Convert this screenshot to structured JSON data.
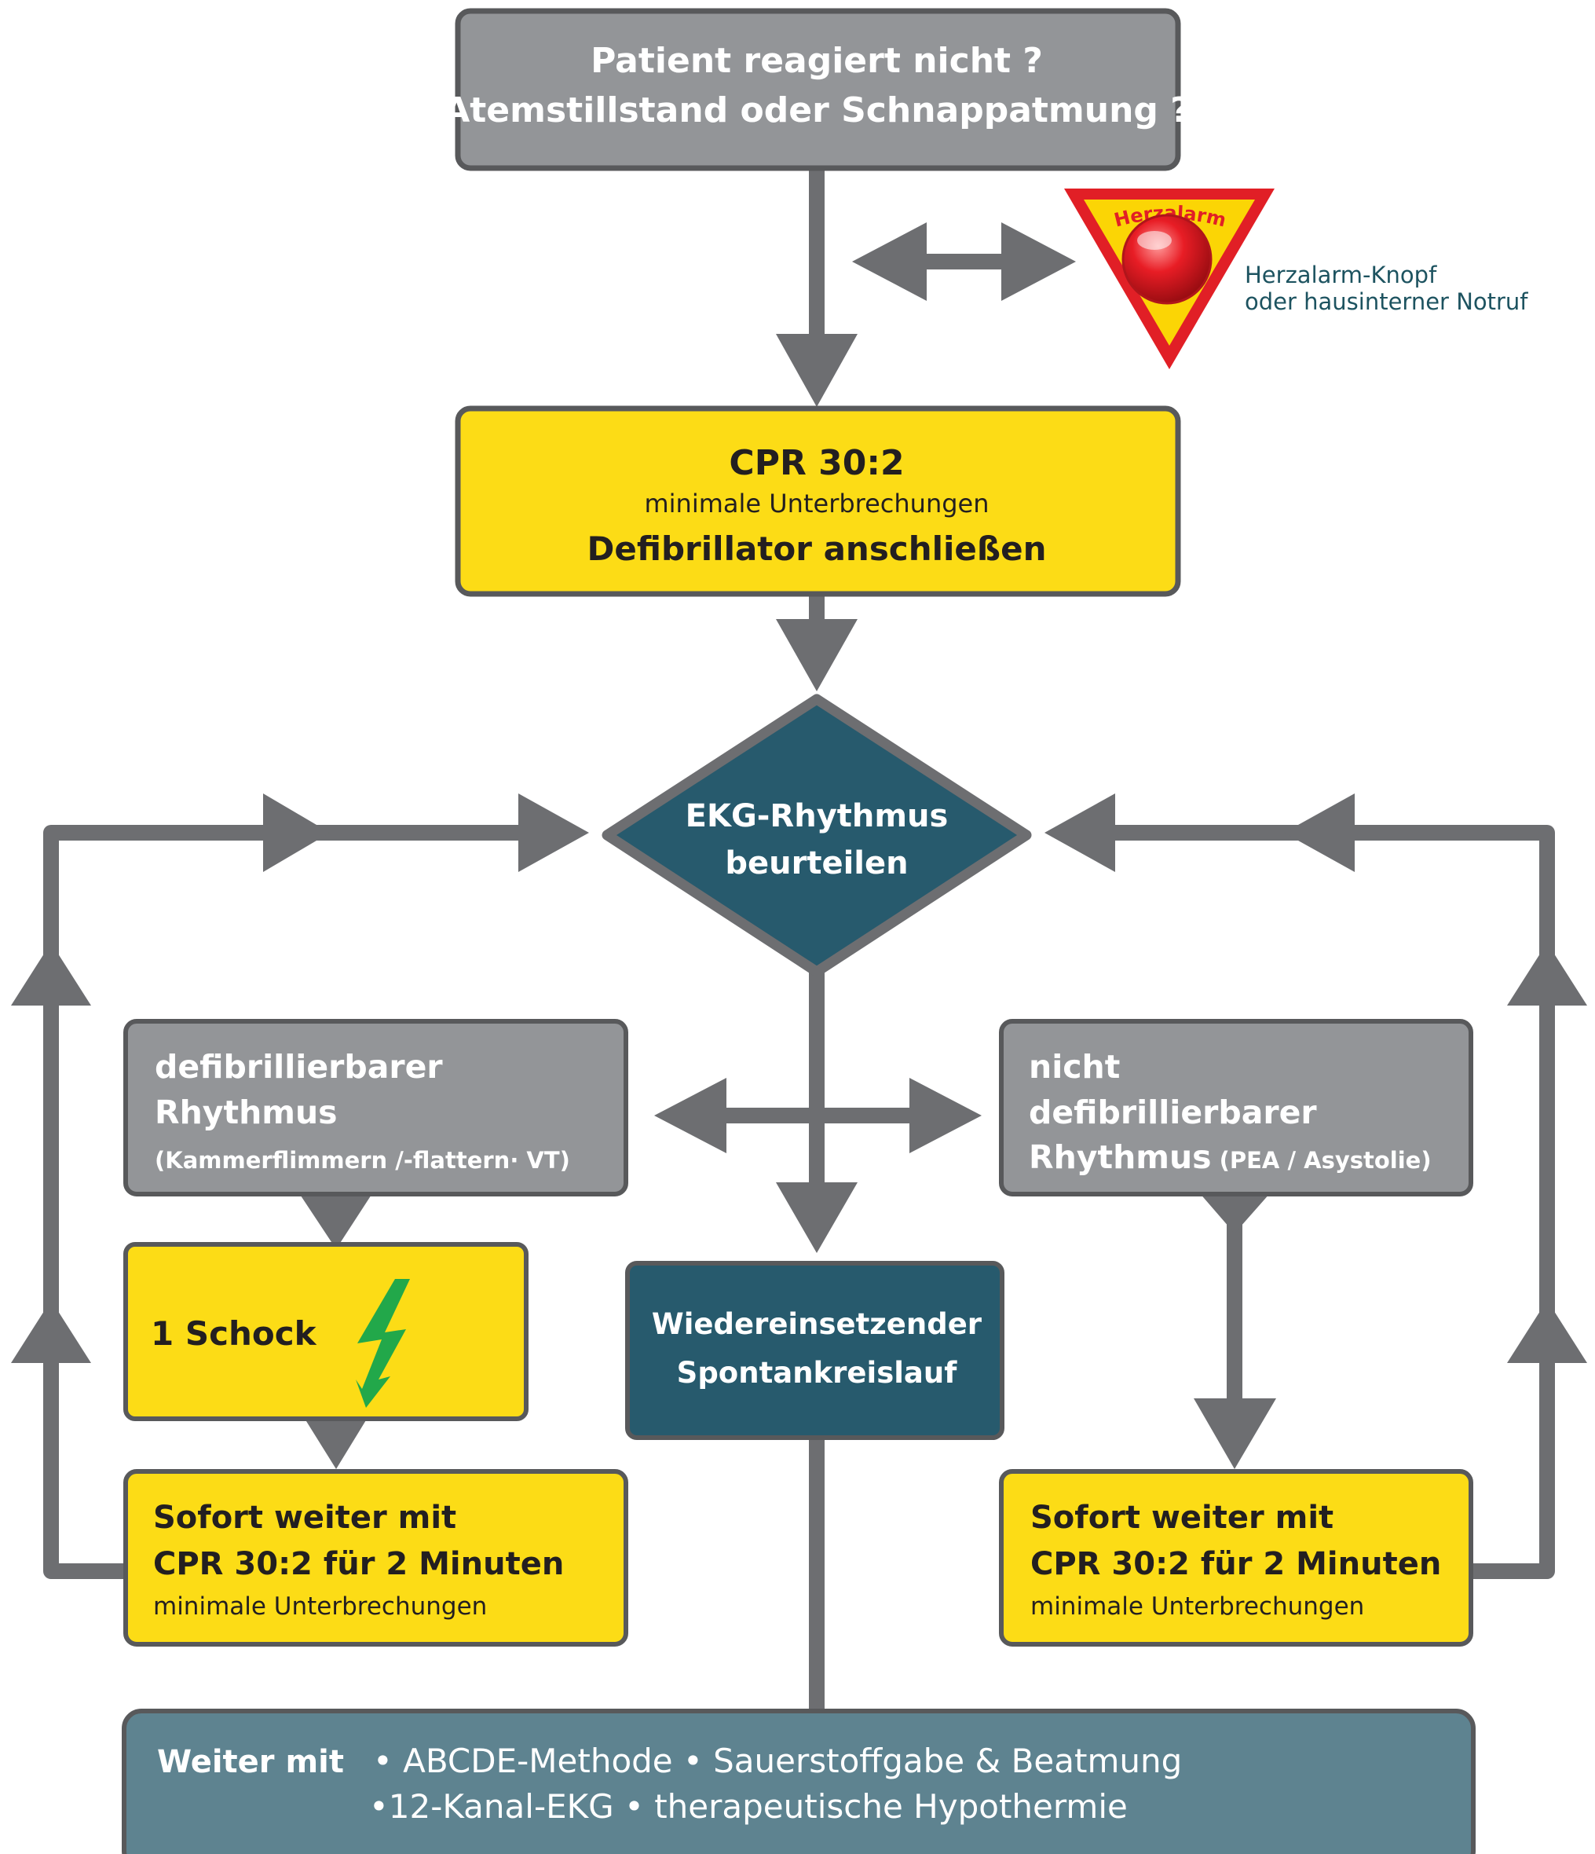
{
  "colors": {
    "gray_box": "#939598",
    "yellow_box": "#fcdc16",
    "teal_box": "#275a6d",
    "slate_box": "#5e8390",
    "arrow_gray": "#6d6e71",
    "border": "#58595b",
    "red_triangle": "#e11f26",
    "triangle_fill": "#fbd505",
    "bolt_green": "#22a84a",
    "caption_teal": "#1d5360"
  },
  "start": {
    "line1": "Patient reagiert nicht ?",
    "line2": "Atemstillstand oder Schnappatmung ?"
  },
  "alarm": {
    "badge_label": "Herzalarm",
    "caption_line1": "Herzalarm-Knopf",
    "caption_line2": "oder hausinterner Notruf",
    "icon": "alarm-button-icon"
  },
  "cpr_box": {
    "title": "CPR 30:2",
    "subtitle": "minimale Unterbrechungen",
    "action": "Defibrillator anschließen"
  },
  "decision": {
    "line1": "EKG-Rhythmus",
    "line2": "beurteilen"
  },
  "shockable": {
    "line1": "defibrillierbarer",
    "line2": "Rhythmus",
    "detail": "(Kammerflimmern /-flattern· VT)"
  },
  "nonshockable": {
    "line1": "nicht",
    "line2": "defibrillierbarer",
    "line3": "Rhythmus",
    "detail": "(PEA / Asystolie)"
  },
  "shock": {
    "label": "1 Schock",
    "icon": "lightning-bolt-icon"
  },
  "rosc": {
    "line1": "Wiedereinsetzender",
    "line2": "Spontankreislauf"
  },
  "cpr_left": {
    "line1": "Sofort weiter mit",
    "line2": "CPR 30:2 für 2 Minuten",
    "line3": "minimale Unterbrechungen"
  },
  "cpr_right": {
    "line1": "Sofort weiter mit",
    "line2": "CPR 30:2 für 2 Minuten",
    "line3": "minimale Unterbrechungen"
  },
  "post": {
    "label": "Weiter mit",
    "line1": "• ABCDE-Methode • Sauerstoffgabe & Beatmung",
    "line2": "•12-Kanal-EKG • therapeutische Hypothermie"
  }
}
